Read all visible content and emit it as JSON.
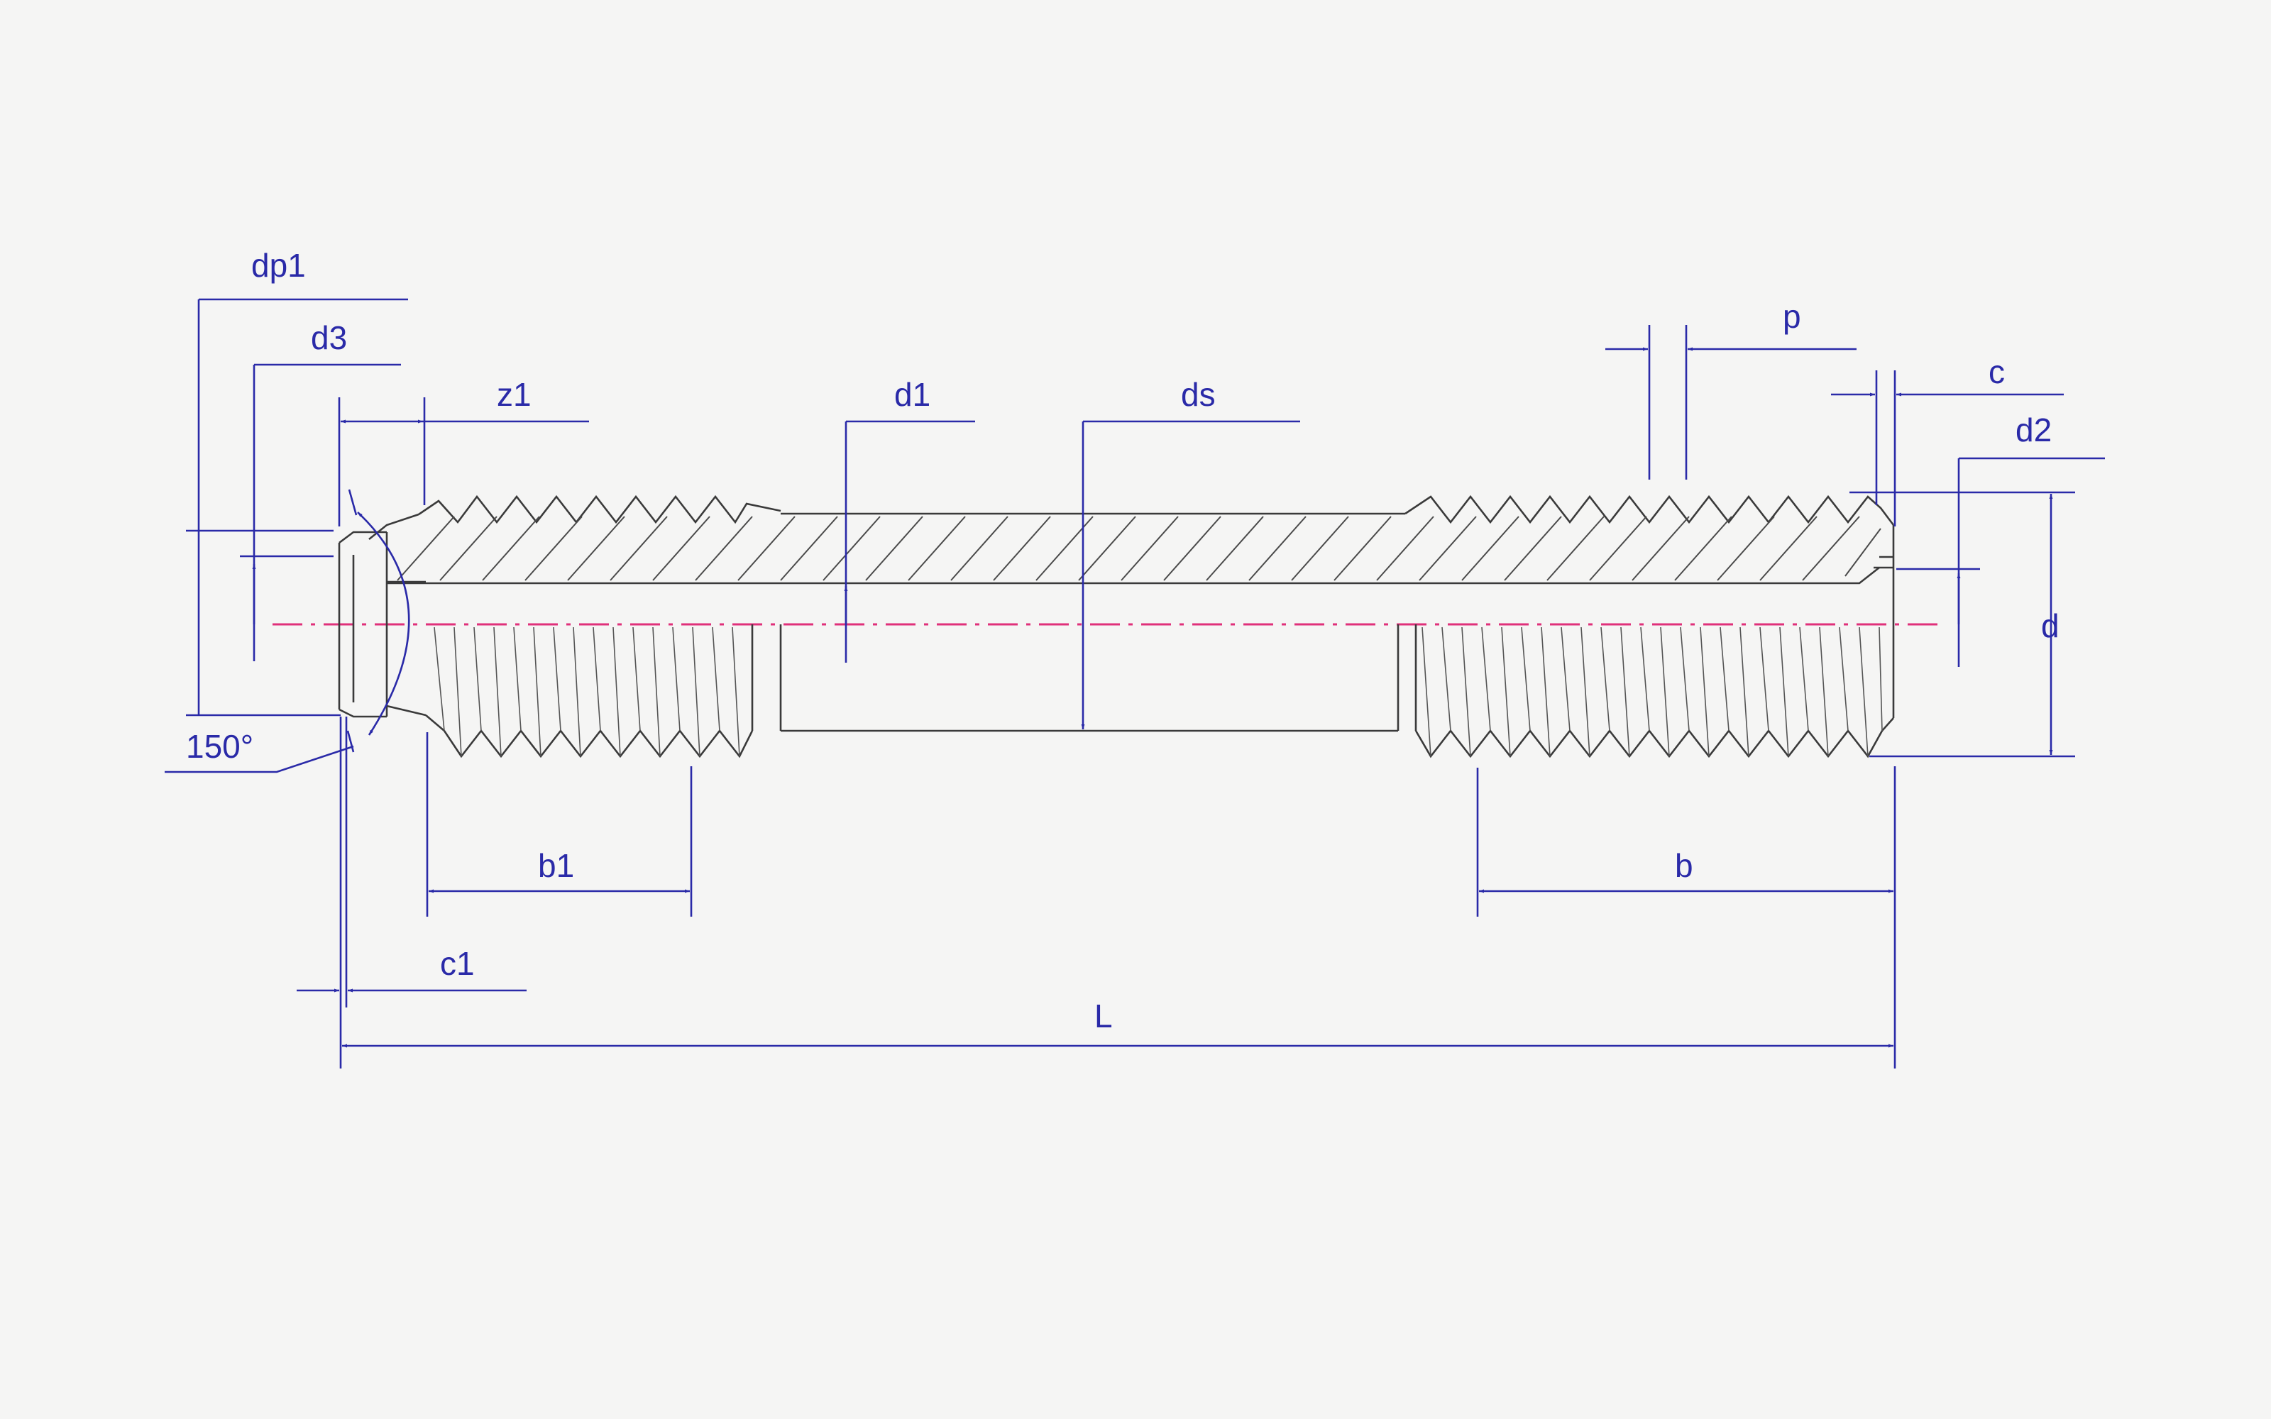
{
  "colors": {
    "background": "#f5f5f4",
    "dimension": "#2a2aa8",
    "part": "#3a3a3a",
    "centerline": "#e0307a"
  },
  "labels": {
    "dp1": "dp1",
    "d3": "d3",
    "z1": "z1",
    "d1": "d1",
    "ds": "ds",
    "p": "p",
    "c": "c",
    "d2": "d2",
    "d": "d",
    "angle": "150°",
    "b1": "b1",
    "b": "b",
    "c1": "c1",
    "L": "L"
  }
}
